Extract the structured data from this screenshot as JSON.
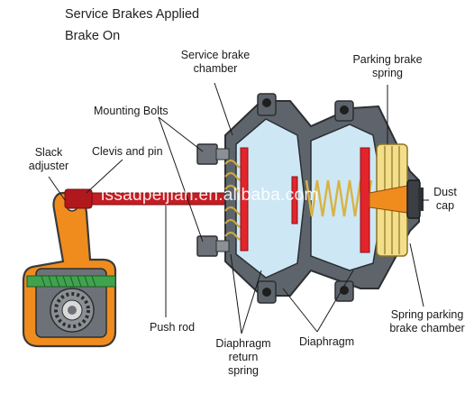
{
  "title_line1": "Service Brakes Applied",
  "title_line2": "Brake On",
  "labels": {
    "service_brake_chamber_1": "Service brake",
    "service_brake_chamber_2": "chamber",
    "parking_brake_spring_1": "Parking brake",
    "parking_brake_spring_2": "spring",
    "mounting_bolts": "Mounting Bolts",
    "slack_adjuster_1": "Slack",
    "slack_adjuster_2": "adjuster",
    "clevis_and_pin": "Clevis and pin",
    "dust_cap_1": "Dust",
    "dust_cap_2": "cap",
    "push_rod": "Push rod",
    "spring_parking_chamber_1": "Spring parking",
    "spring_parking_chamber_2": "brake chamber",
    "diaphragm_return_spring_1": "Diaphragm",
    "diaphragm_return_spring_2": "return",
    "diaphragm_return_spring_3": "spring",
    "diaphragm": "Diaphragm"
  },
  "watermark": "lssadpeijian.en.alibaba.com",
  "colors": {
    "housing": "#5e646b",
    "chamber_fill": "#cde7f5",
    "diaphragm_red": "#e3242b",
    "push_rod": "#c41d23",
    "slack_adjuster": "#f08c1e",
    "spring_yellow": "#f3de8a",
    "gear_green": "#3fa34d"
  }
}
